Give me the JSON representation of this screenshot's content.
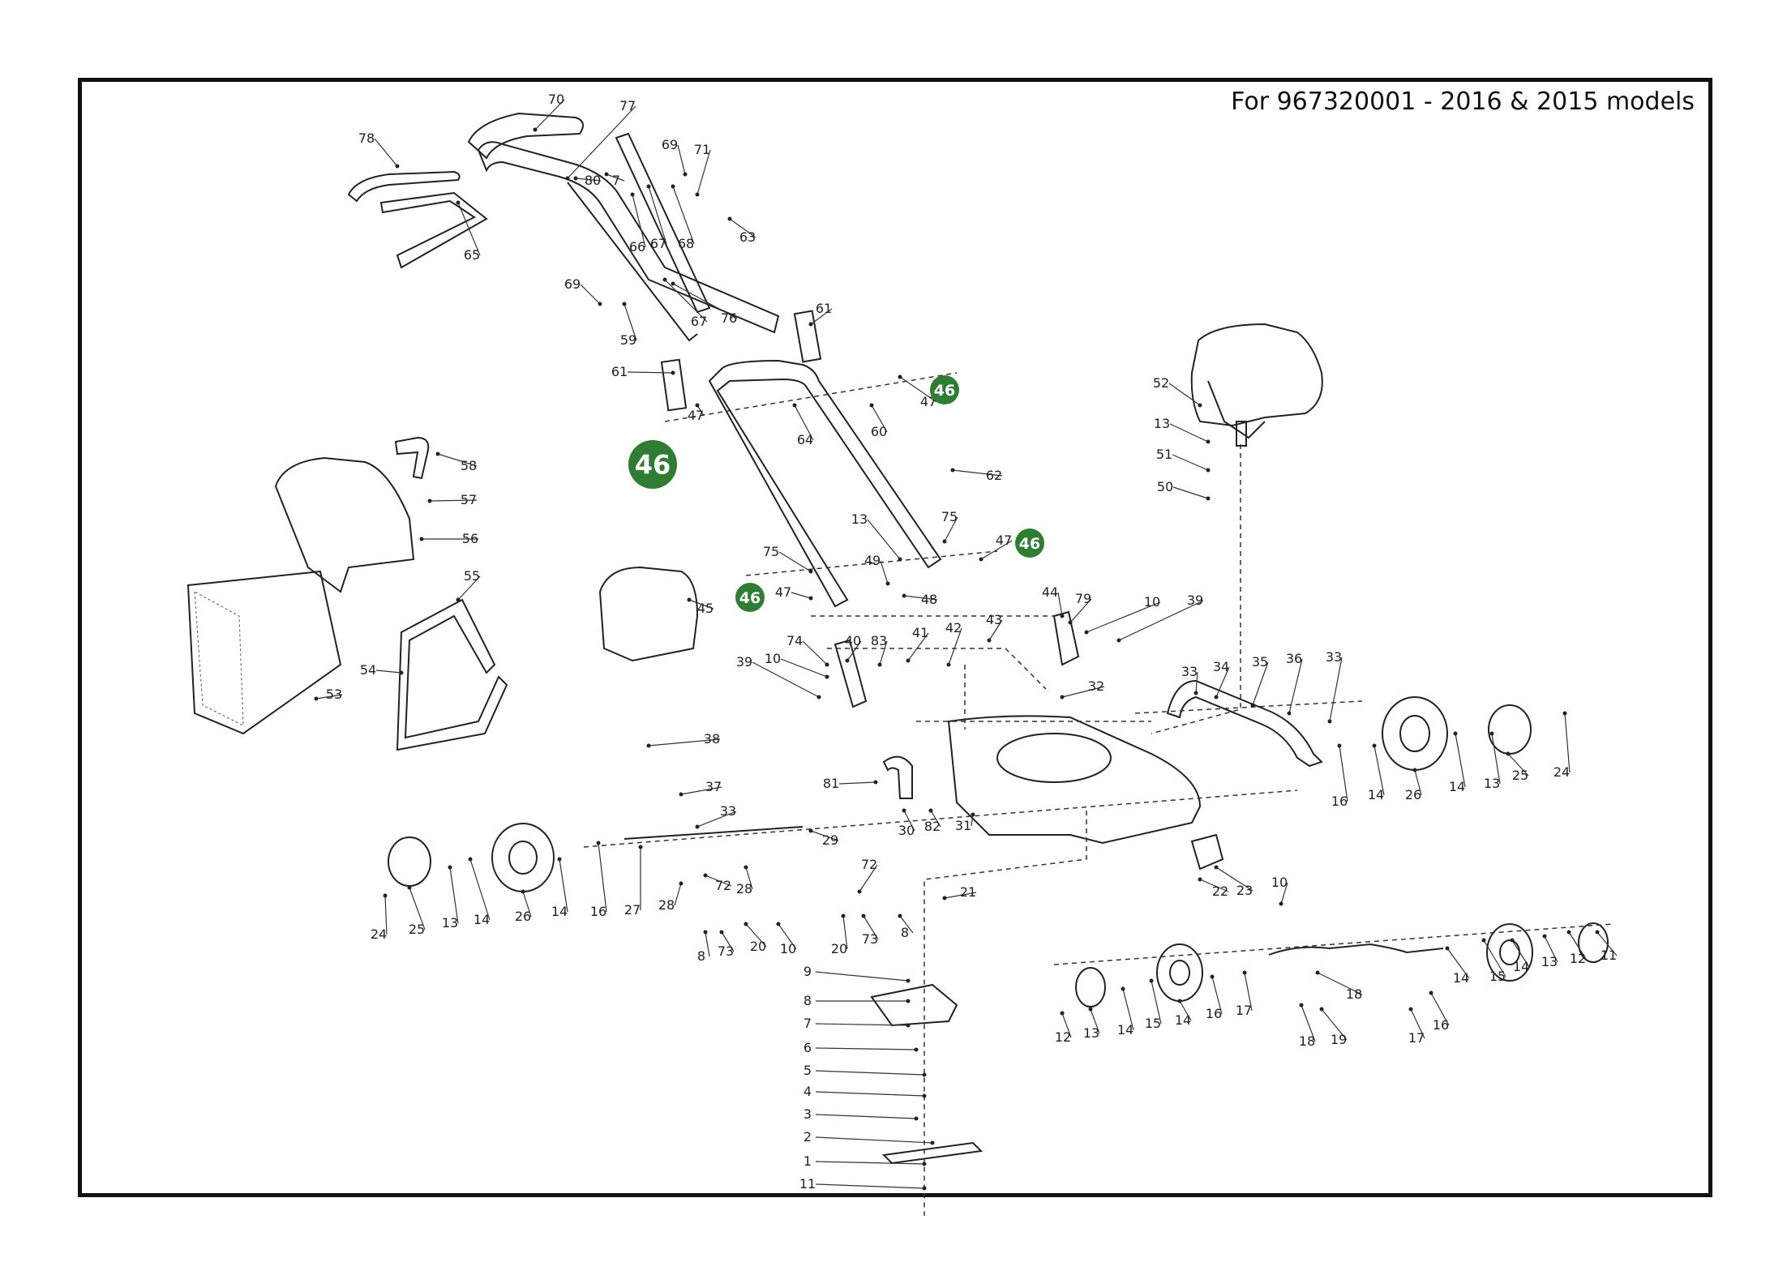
{
  "title": "For 967320001 - 2016 & 2015 models",
  "highlight_color": "#2e7d32",
  "highlighted_part": "46",
  "callouts": [
    {
      "label": "70"
    },
    {
      "label": "77"
    },
    {
      "label": "78"
    },
    {
      "label": "69"
    },
    {
      "label": "71"
    },
    {
      "label": "80"
    },
    {
      "label": "7"
    },
    {
      "label": "63"
    },
    {
      "label": "66"
    },
    {
      "label": "67"
    },
    {
      "label": "68"
    },
    {
      "label": "65"
    },
    {
      "label": "69"
    },
    {
      "label": "67"
    },
    {
      "label": "76"
    },
    {
      "label": "59"
    },
    {
      "label": "61"
    },
    {
      "label": "61"
    },
    {
      "label": "47"
    },
    {
      "label": "64"
    },
    {
      "label": "60"
    },
    {
      "label": "47"
    },
    {
      "label": "62"
    },
    {
      "label": "58"
    },
    {
      "label": "57"
    },
    {
      "label": "56"
    },
    {
      "label": "55"
    },
    {
      "label": "54"
    },
    {
      "label": "53"
    },
    {
      "label": "13"
    },
    {
      "label": "75"
    },
    {
      "label": "75"
    },
    {
      "label": "49"
    },
    {
      "label": "48"
    },
    {
      "label": "47"
    },
    {
      "label": "47"
    },
    {
      "label": "45"
    },
    {
      "label": "44"
    },
    {
      "label": "79"
    },
    {
      "label": "10"
    },
    {
      "label": "39"
    },
    {
      "label": "74"
    },
    {
      "label": "40"
    },
    {
      "label": "83"
    },
    {
      "label": "41"
    },
    {
      "label": "42"
    },
    {
      "label": "43"
    },
    {
      "label": "10"
    },
    {
      "label": "39"
    },
    {
      "label": "32"
    },
    {
      "label": "52"
    },
    {
      "label": "13"
    },
    {
      "label": "51"
    },
    {
      "label": "50"
    },
    {
      "label": "33"
    },
    {
      "label": "34"
    },
    {
      "label": "35"
    },
    {
      "label": "36"
    },
    {
      "label": "33"
    },
    {
      "label": "38"
    },
    {
      "label": "37"
    },
    {
      "label": "81"
    },
    {
      "label": "30"
    },
    {
      "label": "82"
    },
    {
      "label": "31"
    },
    {
      "label": "33"
    },
    {
      "label": "29"
    },
    {
      "label": "16"
    },
    {
      "label": "14"
    },
    {
      "label": "26"
    },
    {
      "label": "14"
    },
    {
      "label": "13"
    },
    {
      "label": "25"
    },
    {
      "label": "24"
    },
    {
      "label": "24"
    },
    {
      "label": "25"
    },
    {
      "label": "13"
    },
    {
      "label": "14"
    },
    {
      "label": "26"
    },
    {
      "label": "14"
    },
    {
      "label": "16"
    },
    {
      "label": "27"
    },
    {
      "label": "28"
    },
    {
      "label": "28"
    },
    {
      "label": "72"
    },
    {
      "label": "72"
    },
    {
      "label": "8"
    },
    {
      "label": "73"
    },
    {
      "label": "20"
    },
    {
      "label": "10"
    },
    {
      "label": "20"
    },
    {
      "label": "73"
    },
    {
      "label": "8"
    },
    {
      "label": "21"
    },
    {
      "label": "22"
    },
    {
      "label": "23"
    },
    {
      "label": "10"
    },
    {
      "label": "9"
    },
    {
      "label": "8"
    },
    {
      "label": "7"
    },
    {
      "label": "6"
    },
    {
      "label": "5"
    },
    {
      "label": "4"
    },
    {
      "label": "3"
    },
    {
      "label": "2"
    },
    {
      "label": "1"
    },
    {
      "label": "11"
    },
    {
      "label": "12"
    },
    {
      "label": "13"
    },
    {
      "label": "14"
    },
    {
      "label": "15"
    },
    {
      "label": "14"
    },
    {
      "label": "16"
    },
    {
      "label": "17"
    },
    {
      "label": "18"
    },
    {
      "label": "19"
    },
    {
      "label": "18"
    },
    {
      "label": "17"
    },
    {
      "label": "16"
    },
    {
      "label": "14"
    },
    {
      "label": "15"
    },
    {
      "label": "14"
    },
    {
      "label": "13"
    },
    {
      "label": "12"
    },
    {
      "label": "11"
    }
  ],
  "badges": [
    {
      "label": "46"
    },
    {
      "label": "46"
    },
    {
      "label": "46"
    },
    {
      "label": "46"
    }
  ]
}
